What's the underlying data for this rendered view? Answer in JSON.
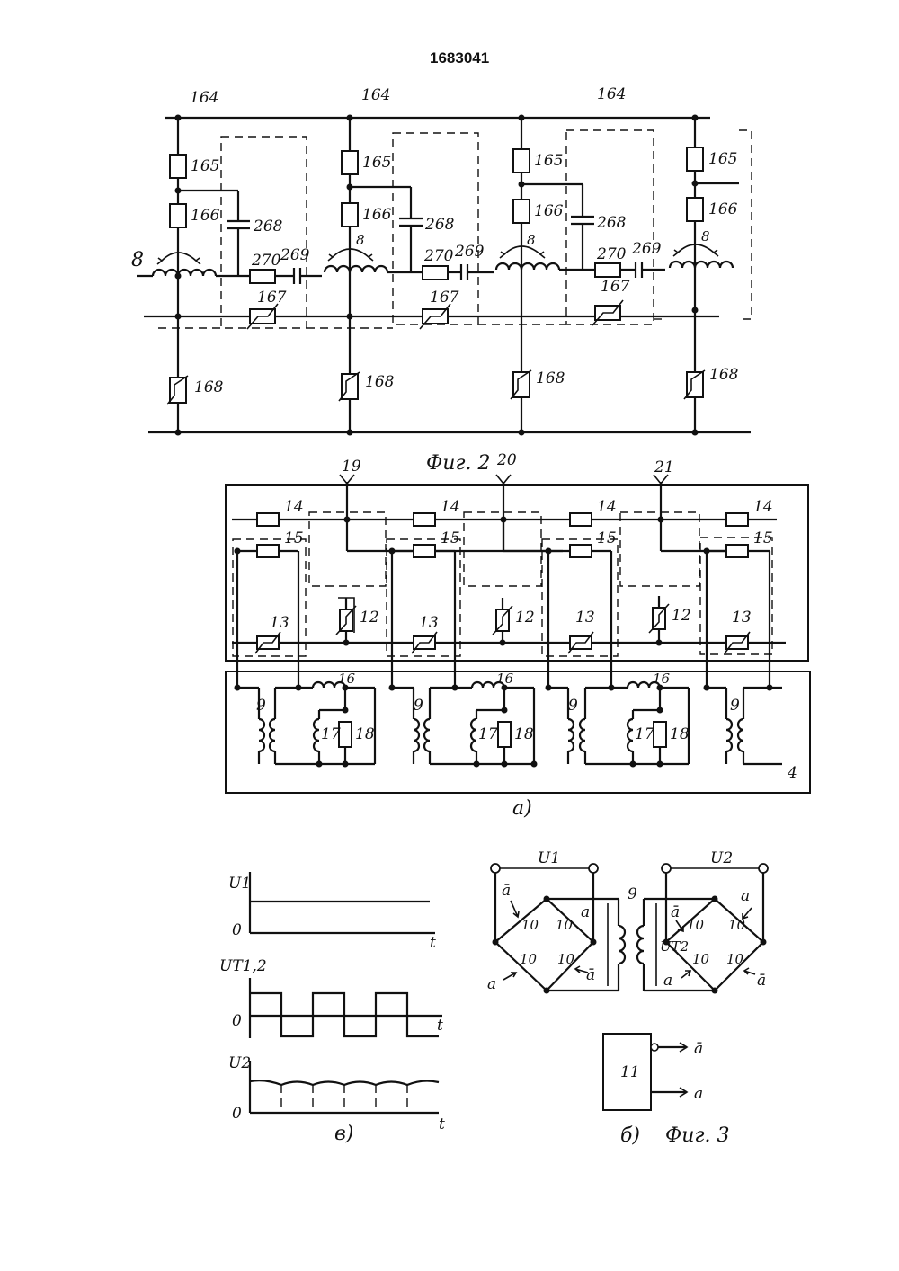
{
  "document": {
    "patent_number": "1683041"
  },
  "fig2": {
    "caption": "Фиг. 2",
    "labels": {
      "r164": "164",
      "r165": "165",
      "r166": "166",
      "r167": "167",
      "r168": "168",
      "c268": "268",
      "r270": "270",
      "c269": "269",
      "coil": "8"
    }
  },
  "fig3a": {
    "caption": "а)",
    "terminals": [
      "19",
      "20",
      "21"
    ],
    "labels": {
      "r14": "14",
      "r15": "15",
      "r13": "13",
      "r12": "12",
      "l16": "16",
      "l17": "17",
      "r18": "18",
      "t9": "9",
      "block4": "4"
    }
  },
  "fig3b": {
    "caption": "б)",
    "u1": "U1",
    "u2": "U2",
    "ut2": "UT2",
    "transformer": "9",
    "switch": "10",
    "block": "11",
    "a": "a",
    "a_bar": "ā"
  },
  "fig3v": {
    "caption": "в)",
    "y1": "U1",
    "y2": "UT1,2",
    "y3": "U2",
    "zero": "0",
    "t": "t"
  },
  "fig3_caption": "Фиг. 3"
}
